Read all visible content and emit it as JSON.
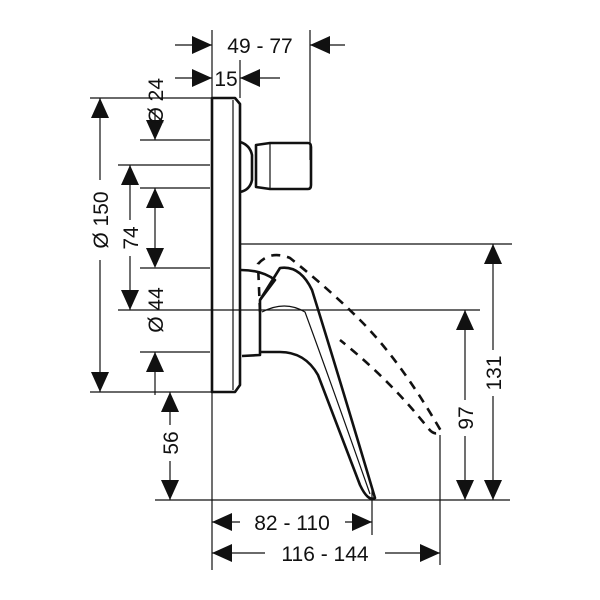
{
  "drawing": {
    "type": "technical dimension drawing",
    "stroke_color": "#111111",
    "background": "#ffffff",
    "dimensions": {
      "width_range": "49 - 77",
      "plate_depth": "15",
      "dia_24": "Ø 24",
      "dia_150": "Ø 150",
      "h_74": "74",
      "dia_44": "Ø 44",
      "h_56": "56",
      "h_97": "97",
      "h_131": "131",
      "reach_82_110": "82 - 110",
      "reach_116_144": "116 - 144"
    }
  }
}
